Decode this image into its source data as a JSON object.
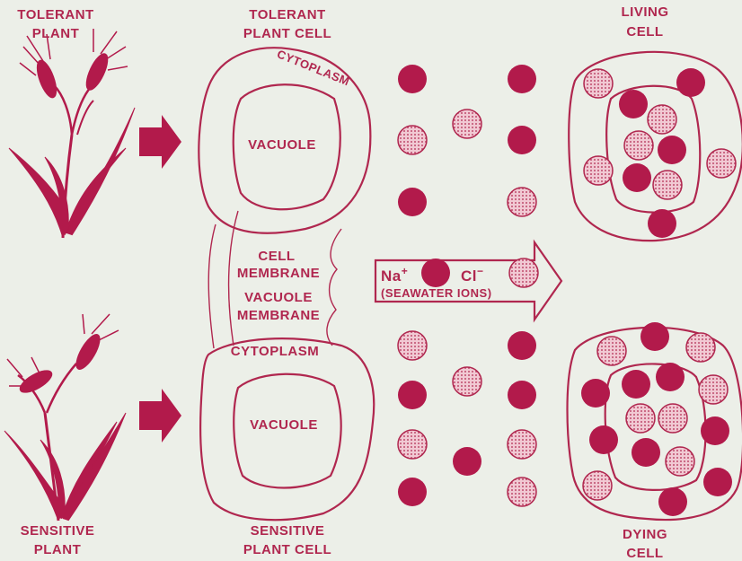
{
  "labels": {
    "tolerant_plant": [
      "TOLERANT",
      "PLANT"
    ],
    "tolerant_plant_cell": [
      "TOLERANT",
      "PLANT CELL"
    ],
    "living_cell": [
      "LIVING",
      "CELL"
    ],
    "sensitive_plant": [
      "SENSITIVE",
      "PLANT"
    ],
    "sensitive_plant_cell": [
      "SENSITIVE",
      "PLANT CELL"
    ],
    "dying_cell": [
      "DYING",
      "CELL"
    ],
    "cytoplasm_top": "CYTOPLASM",
    "vacuole_top": "VACUOLE",
    "cell_membrane": [
      "CELL",
      "MEMBRANE"
    ],
    "vacuole_membrane": [
      "VACUOLE",
      "MEMBRANE"
    ],
    "cytoplasm_bottom": "CYTOPLASM",
    "vacuole_bottom": "VACUOLE"
  },
  "ions": {
    "na_label": "Na",
    "na_charge": "+",
    "cl_label": "Cl",
    "cl_charge": "−",
    "caption": "(SEAWATER IONS)"
  },
  "colors": {
    "ink": "#b0274f",
    "na_fill": "#b21a4b",
    "cl_fill": "#f1c9d3",
    "background": "#ecefe8"
  }
}
